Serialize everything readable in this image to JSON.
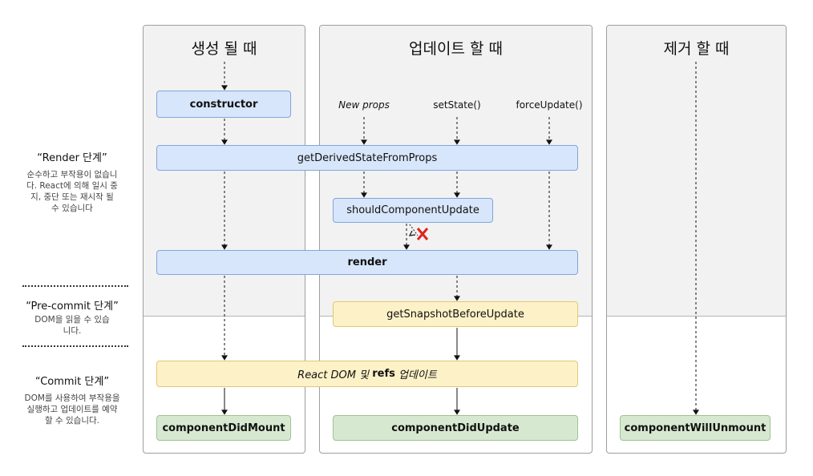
{
  "phases": [
    {
      "title": "“Render 단계”",
      "description": "순수하고 부작용이 없습니다. React에 의해 일시 중지, 중단 또는 재시작 될 수 있습니다"
    },
    {
      "title": "“Pre-commit 단계”",
      "description": "DOM을 읽을 수 있습니다."
    },
    {
      "title": "“Commit 단계”",
      "description": "DOM를 사용하여 부작용을 실행하고 업데이트를 예약 할 수 있습니다."
    }
  ],
  "columns": {
    "mount": "생성 될 때",
    "update": "업데이트 할 때",
    "unmount": "제거 할 때"
  },
  "triggers": {
    "new_props": "New props",
    "set_state": "setState()",
    "force_update": "forceUpdate()"
  },
  "nodes": {
    "constructor": "constructor",
    "get_derived_state": "getDerivedStateFromProps",
    "should_component_update": "shouldComponentUpdate",
    "render": "render",
    "get_snapshot": "getSnapshotBeforeUpdate",
    "react_dom_prefix": "React DOM 및 ",
    "react_dom_refs": "refs",
    "react_dom_suffix": " 업데이트",
    "component_did_mount": "componentDidMount",
    "component_did_update": "componentDidUpdate",
    "component_will_unmount": "componentWillUnmount"
  },
  "colors": {
    "render_node": "#d8e6fb",
    "precommit_node": "#fdf1c7",
    "commit_node": "#d7e8d1",
    "cancel_mark": "#e0241b"
  }
}
